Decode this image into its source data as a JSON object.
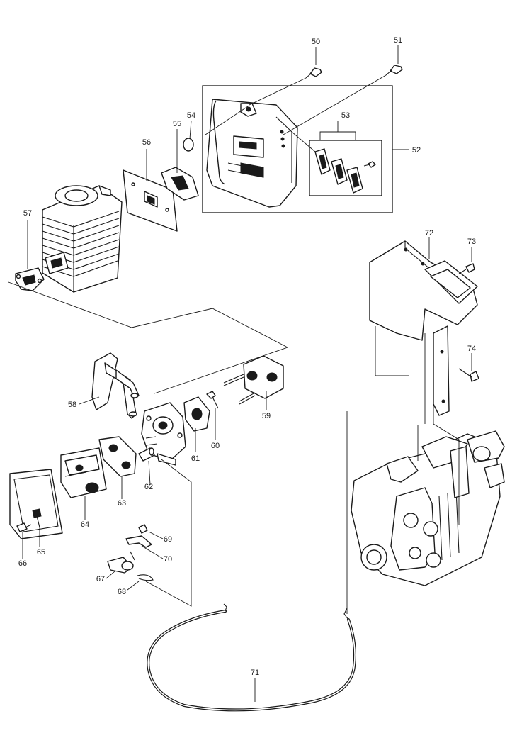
{
  "callouts": {
    "p50": "50",
    "p51": "51",
    "p52": "52",
    "p53": "53",
    "p54": "54",
    "p55": "55",
    "p56": "56",
    "p57": "57",
    "p58": "58",
    "p59": "59",
    "p60": "60",
    "p61": "61",
    "p62": "62",
    "p63": "63",
    "p64": "64",
    "p65": "65",
    "p66": "66",
    "p67": "67",
    "p68": "68",
    "p69": "69",
    "p70": "70",
    "p71": "71",
    "p72": "72",
    "p73": "73",
    "p74": "74"
  },
  "colors": {
    "line": "#1a1a1a",
    "background": "#ffffff"
  }
}
